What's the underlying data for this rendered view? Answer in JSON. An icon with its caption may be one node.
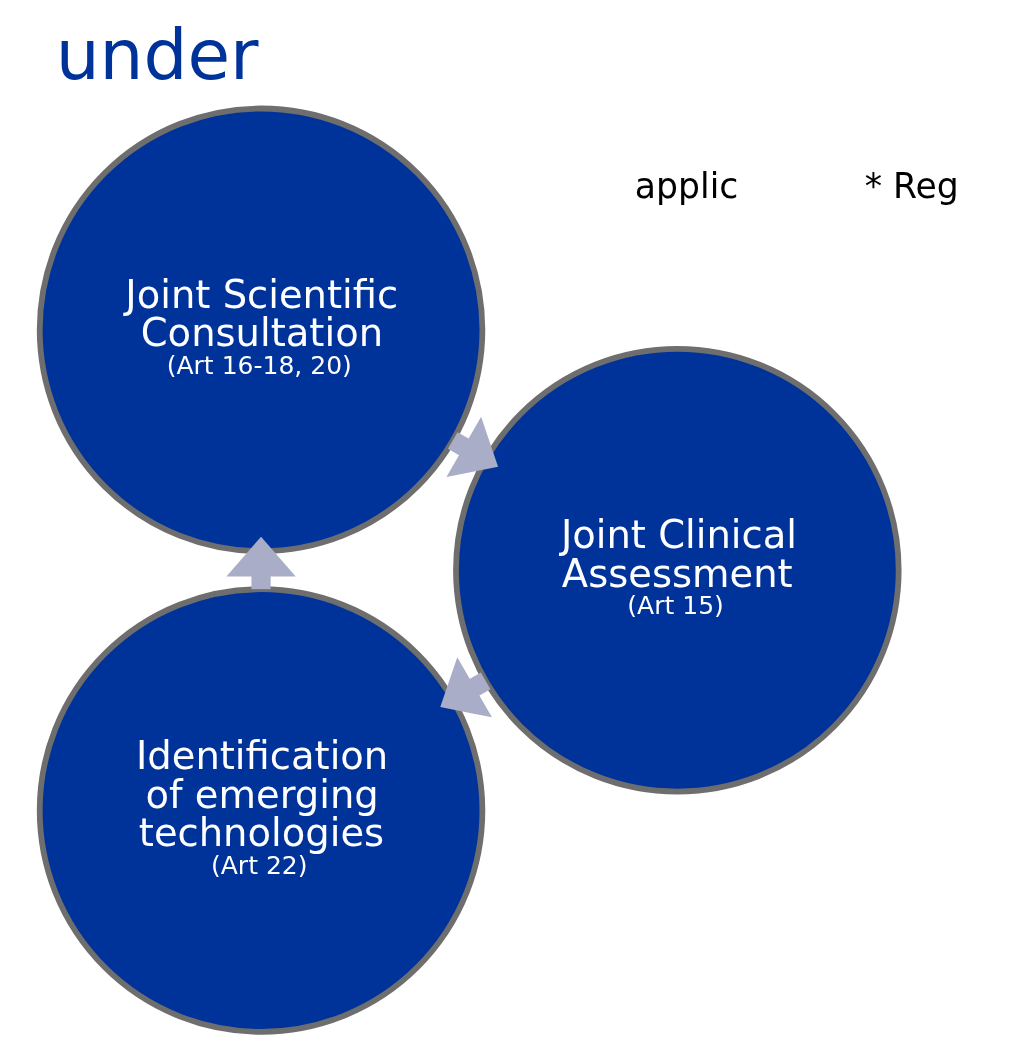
{
  "diagram": {
    "title": "under",
    "nodes": [
      {
        "text": [
          "Identification of emerging technologies",
          "(Art 22)"
        ]
      },
      {
        "text": [
          "Joint Scientific Consultation",
          "(Art 16-18, 20)"
        ]
      },
      {
        "text": [
          "Joint Clinical Assessment",
          "(Art 15)"
        ]
      }
    ],
    "edges": [
      {
        "from": 0,
        "to": 1,
        "arrow": "to"
      },
      {
        "from": 1,
        "to": 2,
        "arrow": "to"
      },
      {
        "from": 2,
        "to": 0,
        "arrow": "to"
      }
    ],
    "labels": [
      "* Reg",
      "applic"
    ]
  }
}
